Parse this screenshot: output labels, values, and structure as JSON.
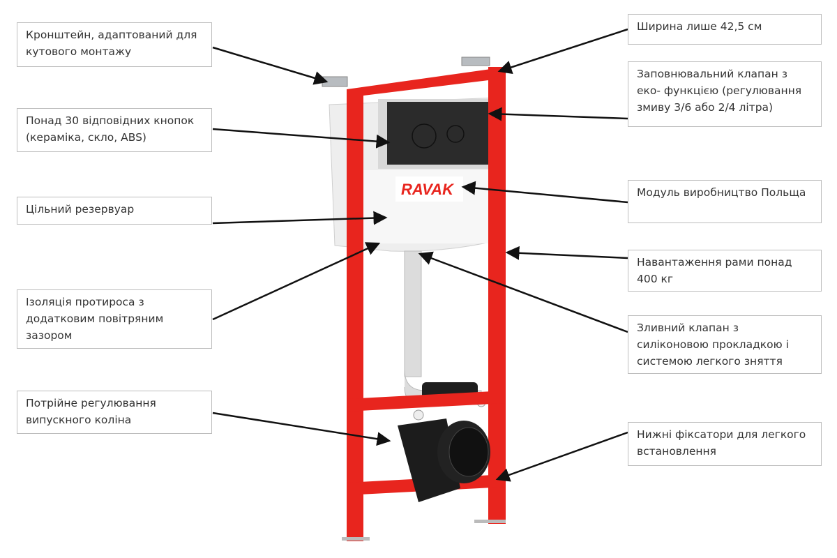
{
  "brand": "RAVAK",
  "colors": {
    "frame": "#e8251e",
    "arrow": "#111111",
    "plate": "#2b2b2b",
    "tank": "#efefef"
  },
  "callouts": [
    {
      "id": "bracket",
      "text": "Кронштейн, адаптований для кутового монтажу"
    },
    {
      "id": "width",
      "text": "Ширина лише 42,5 см"
    },
    {
      "id": "fill-valve",
      "text": "Заповнювальний клапан з еко- функцією (регулювання змиву 3/6 або 2/4 літра)"
    },
    {
      "id": "buttons",
      "text": "Понад 30 відповідних кнопок (кераміка, скло, ABS)"
    },
    {
      "id": "tank",
      "text": "Цільний резервуар"
    },
    {
      "id": "module",
      "text": "Модуль виробництво Польща"
    },
    {
      "id": "load",
      "text": "Навантаження рами понад 400 кг"
    },
    {
      "id": "insulation",
      "text": "Ізоляція протироса з додатковим повітряним зазором"
    },
    {
      "id": "drain-valve",
      "text": "Зливний клапан з силіконовою прокладкою і системою легкого зняття"
    },
    {
      "id": "elbow",
      "text": "Потрійне регулювання випускного коліна"
    },
    {
      "id": "fixators",
      "text": "Нижні фіксатори для легкого встановлення"
    }
  ]
}
